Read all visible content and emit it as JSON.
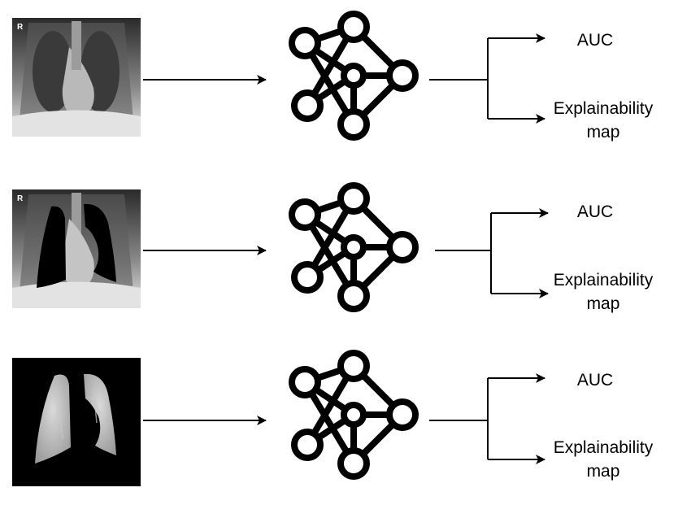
{
  "rows": [
    {
      "image_name": "chest-xray-original",
      "marker": "R",
      "outputs": {
        "auc": "AUC",
        "explain_line1": "Explainability",
        "explain_line2": "map"
      }
    },
    {
      "image_name": "chest-xray-lungs-masked",
      "marker": "R",
      "outputs": {
        "auc": "AUC",
        "explain_line1": "Explainability",
        "explain_line2": "map"
      }
    },
    {
      "image_name": "chest-xray-lungs-only",
      "marker": "",
      "outputs": {
        "auc": "AUC",
        "explain_line1": "Explainability",
        "explain_line2": "map"
      }
    }
  ],
  "colors": {
    "stroke": "#000000",
    "background": "#ffffff"
  }
}
